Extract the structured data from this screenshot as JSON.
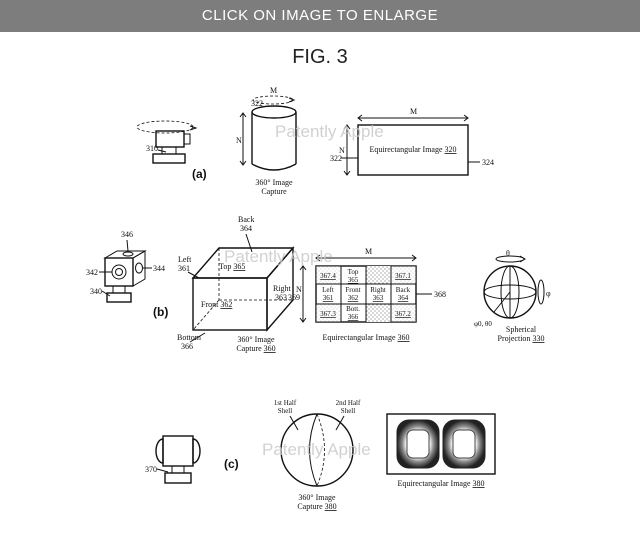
{
  "banner": {
    "text": "CLICK ON IMAGE TO ENLARGE"
  },
  "figure": {
    "title": "FIG. 3"
  },
  "watermark": {
    "text": "Patently Apple"
  },
  "panel_a": {
    "label": "(a)",
    "camera_ref": "310",
    "capture_ref": "322",
    "dim_m": "M",
    "dim_n": "N",
    "capture_caption_1": "360° Image",
    "capture_caption_2": "Capture",
    "equi_title": "Equirectangular Image ",
    "equi_ref": "320",
    "equi_left_ref": "322",
    "equi_right_ref": "324"
  },
  "panel_b": {
    "label": "(b)",
    "cam_ref_top": "346",
    "cam_ref_left": "342",
    "cam_ref_right": "344",
    "cam_ref_base": "340",
    "back_label": "Back",
    "back_ref": "364",
    "left_label": "Left",
    "left_ref": "361",
    "top_label": "Top ",
    "top_ref": "365",
    "right_label": "Right",
    "right_ref": "363",
    "front_label": "Front ",
    "front_ref": "362",
    "bottom_label": "Bottom",
    "bottom_ref": "366",
    "cube_caption_1": "360° Image",
    "cube_caption_2": "Capture ",
    "cube_caption_ref": "360",
    "grid_cells": [
      [
        "367.4",
        "Top\n365",
        "",
        "367.1"
      ],
      [
        "Left\n361",
        "Front\n362",
        "Right\n363",
        "Back\n364"
      ],
      [
        "367.3",
        "Bott.\n366",
        "",
        "367.2"
      ]
    ],
    "grid_left_ref": "369",
    "grid_right_ref": "368",
    "grid_caption": "Equirectangular Image ",
    "grid_caption_ref": "360",
    "theta": "θ",
    "phi": "φ",
    "sphere_point": "φ0, θ0",
    "sphere_caption_1": "Spherical",
    "sphere_caption_2": "Projection ",
    "sphere_caption_ref": "330"
  },
  "panel_c": {
    "label": "(c)",
    "camera_ref": "370",
    "shell1_line1": "1st Half",
    "shell1_line2": "Shell",
    "shell2_line1": "2nd Half",
    "shell2_line2": "Shell",
    "sphere_caption_1": "360° Image",
    "sphere_caption_2": "Capture ",
    "sphere_caption_ref": "380",
    "equi_title": "Equirectangular Image ",
    "equi_ref": "380"
  }
}
